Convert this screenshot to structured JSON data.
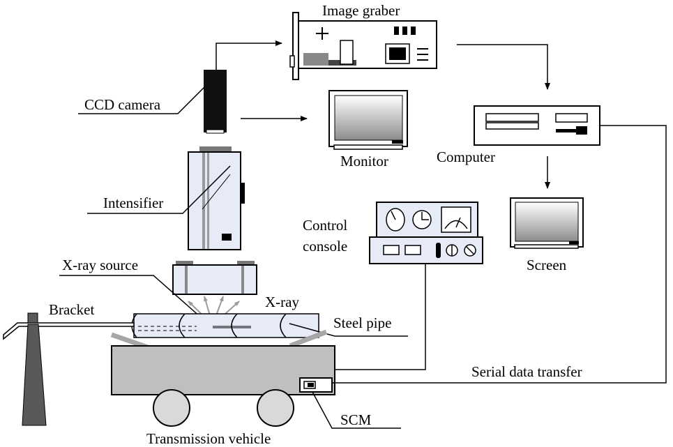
{
  "labels": {
    "image_grabber": "Image graber",
    "ccd_camera": "CCD camera",
    "monitor": "Monitor",
    "computer": "Computer",
    "intensifier": "Intensifier",
    "control_console_line1": "Control",
    "control_console_line2": "console",
    "screen": "Screen",
    "xray_source": "X-ray source",
    "xray": "X-ray",
    "bracket": "Bracket",
    "steel_pipe": "Steel pipe",
    "serial_data_transfer": "Serial data transfer",
    "scm": "SCM",
    "transmission_vehicle": "Transmission vehicle"
  },
  "colors": {
    "equipment_fill": "#e6ebf7",
    "vehicle_fill": "#bfbfbf",
    "tower_fill": "#595959",
    "wheel_fill": "#d9d9d9",
    "line": "#000000"
  }
}
